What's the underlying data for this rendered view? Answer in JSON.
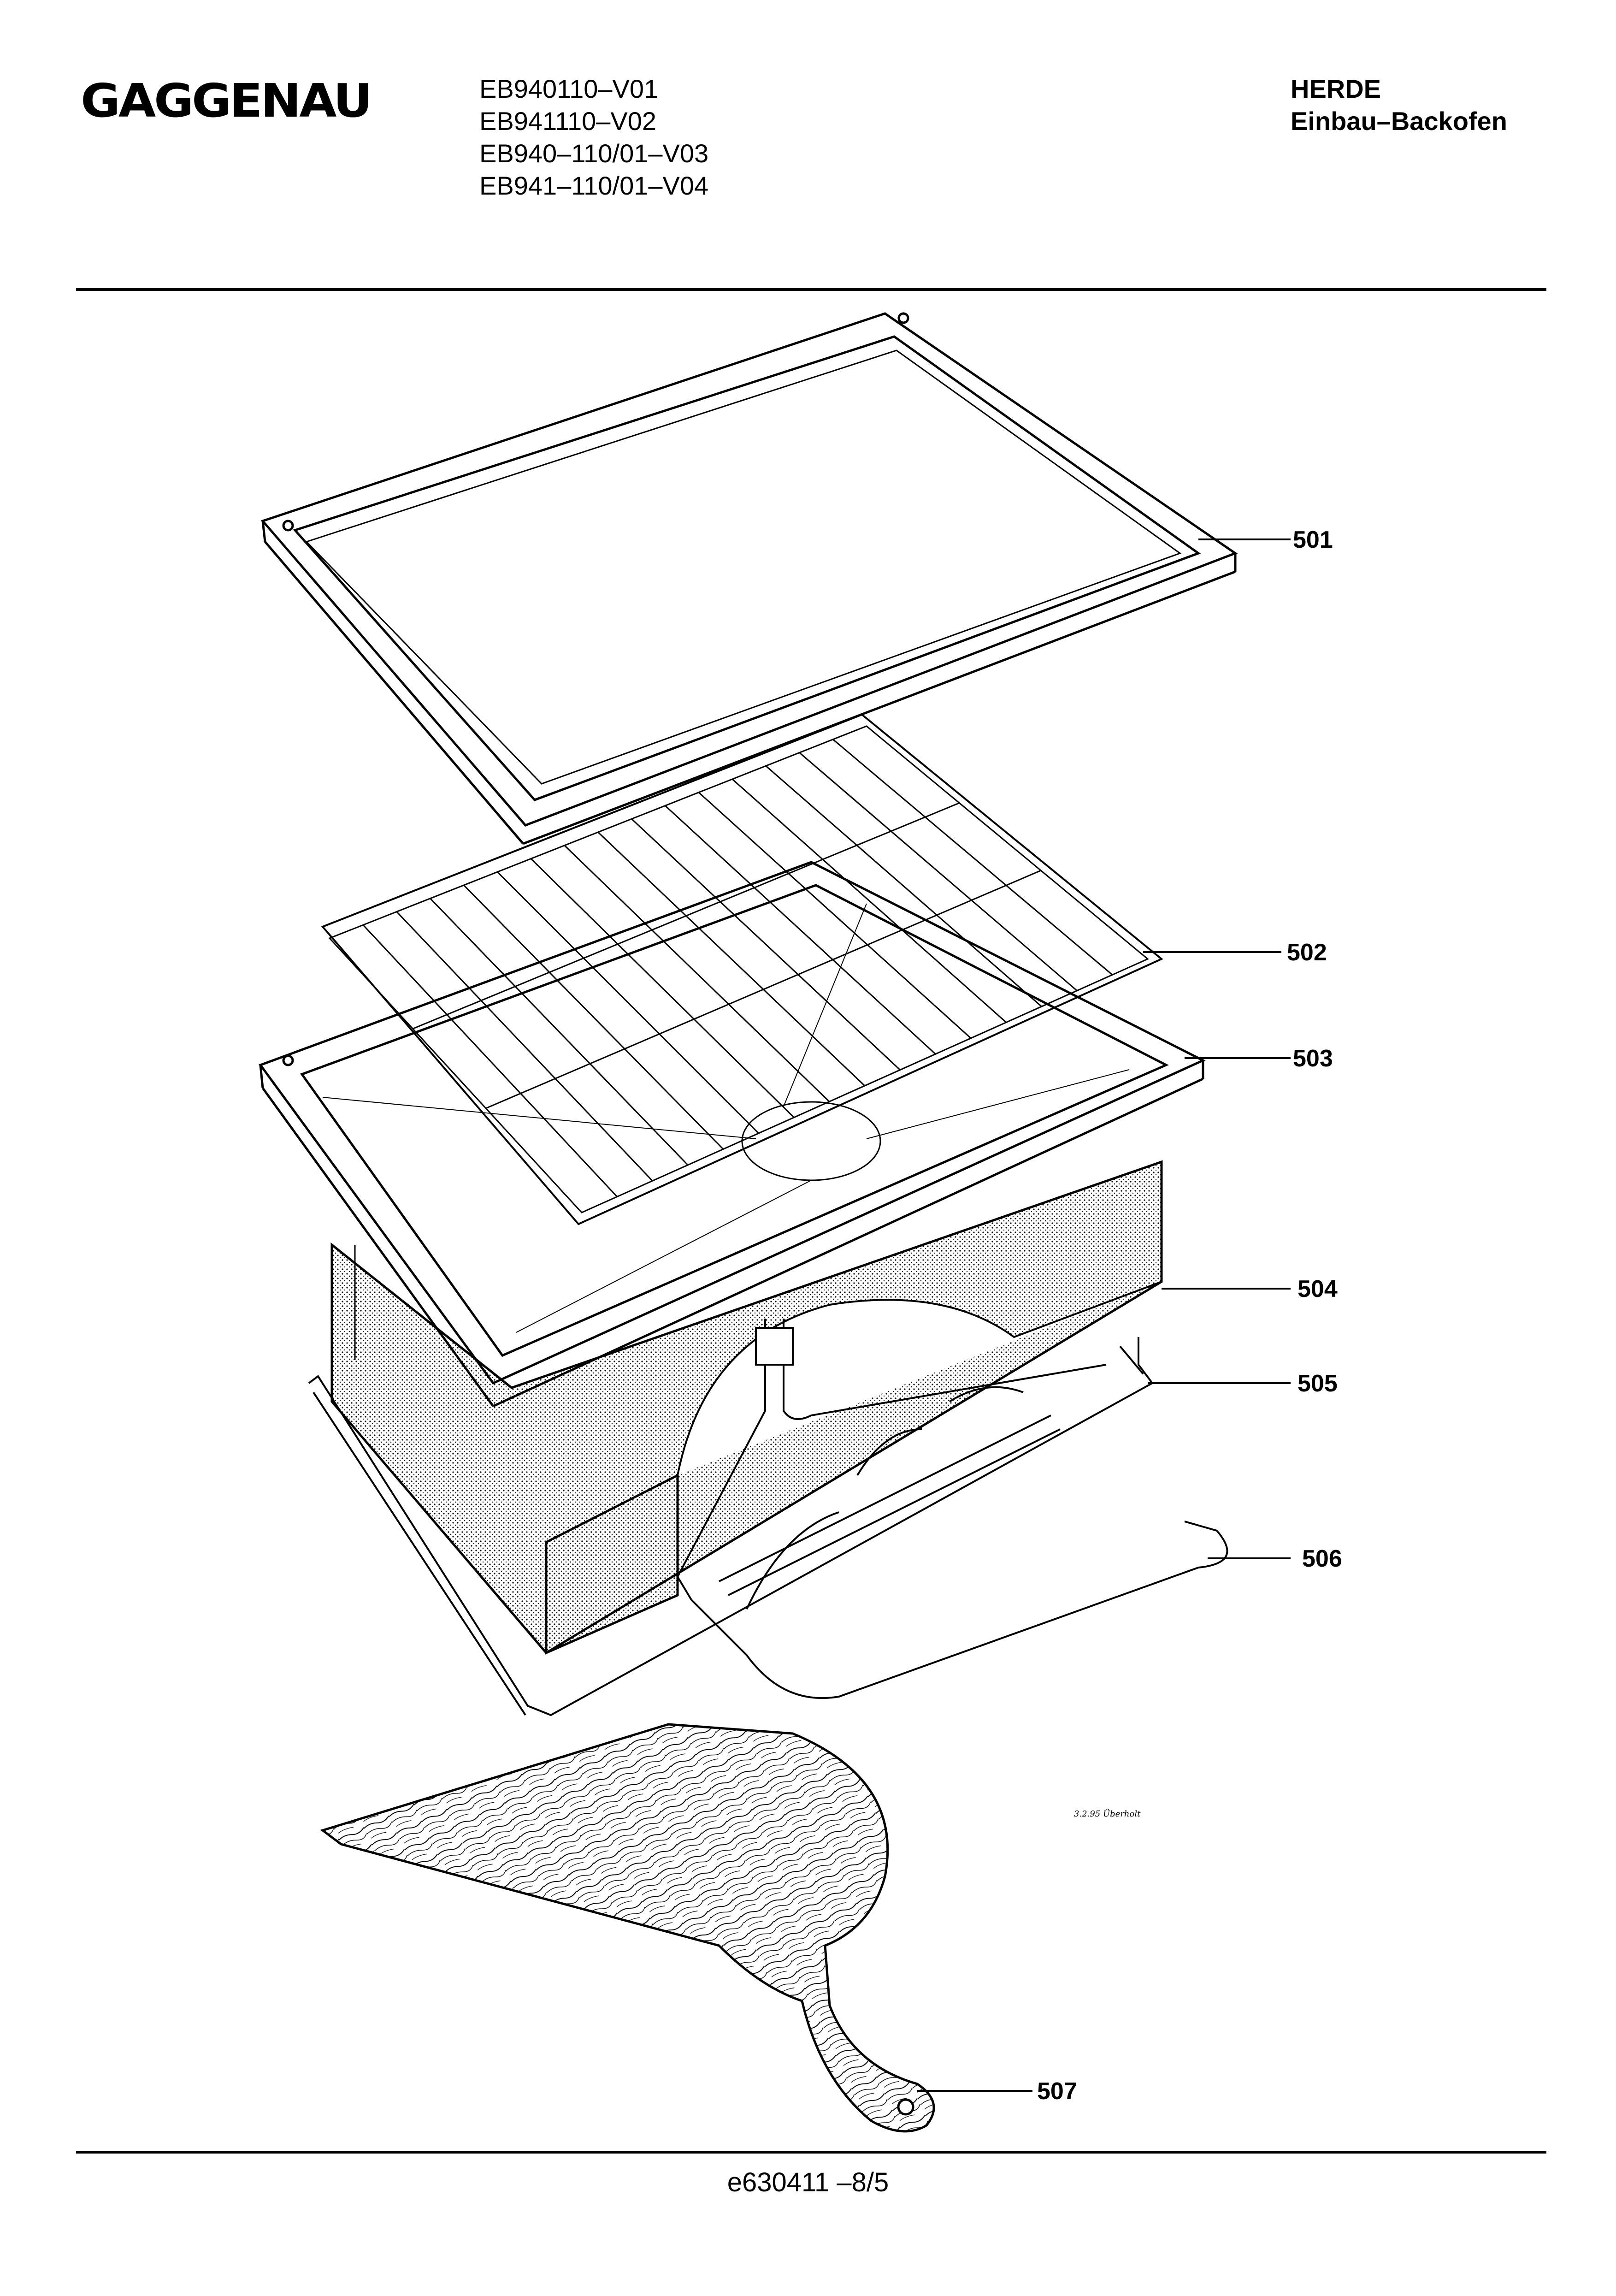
{
  "header": {
    "brand": "GAGGENAU",
    "models": [
      "EB940110–V01",
      "EB941110–V02",
      "EB940–110/01–V03",
      "EB941–110/01–V04"
    ],
    "category": "HERDE",
    "subcategory": "Einbau–Backofen"
  },
  "parts": [
    {
      "number": "501",
      "part": "baking-tray"
    },
    {
      "number": "502",
      "part": "wire-rack"
    },
    {
      "number": "503",
      "part": "roasting-pan"
    },
    {
      "number": "504",
      "part": "baking-stone-insulation"
    },
    {
      "number": "505",
      "part": "support-frame"
    },
    {
      "number": "506",
      "part": "heating-element"
    },
    {
      "number": "507",
      "part": "pizza-peel"
    }
  ],
  "signature": "3.2.95 Überholt",
  "footer": {
    "doc_code": "e630411  –8/5"
  }
}
